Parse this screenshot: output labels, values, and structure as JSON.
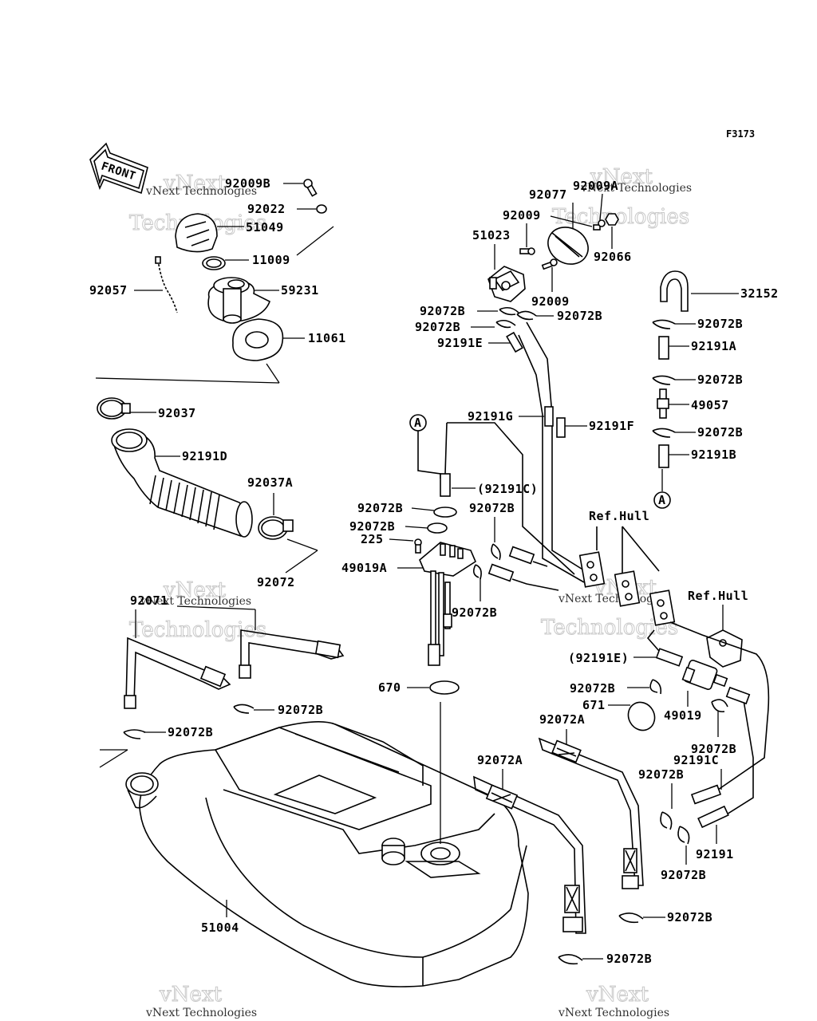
{
  "figure_code": "F3173",
  "front_label": "FRONT",
  "watermark": {
    "line1": "vNext",
    "line2": "Technologies",
    "small": "vNext Technologies"
  },
  "labels": {
    "p92009B": "92009B",
    "p92022": "92022",
    "p51049": "51049",
    "p11009": "11009",
    "p92057": "92057",
    "p59231": "59231",
    "p11061": "11061",
    "p92037": "92037",
    "p92191D": "92191D",
    "p92037A": "92037A",
    "p92072_left": "92072",
    "p92071_left": "92071",
    "p92072B_left1": "92072B",
    "p92072B_left2": "92072B",
    "p51004": "51004",
    "p92009A": "92009A",
    "p92077": "92077",
    "p92009_top": "92009",
    "p51023": "51023",
    "p92066": "92066",
    "p92009_mid": "92009",
    "p92072B_t1": "92072B",
    "p92072B_t2": "92072B",
    "p92072B_t3": "92072B",
    "p92191E": "92191E",
    "p92191G": "92191G",
    "p92191F": "92191F",
    "refA_left": "A",
    "p92191C_paren": "(92191C)",
    "p92072B_c1": "92072B",
    "p92072B_c2": "92072B",
    "p92072B_c3": "92072B",
    "p225": "225",
    "p49019A": "49019A",
    "p92072B_c4": "92072B",
    "p670": "670",
    "p32152": "32152",
    "p92072B_r1": "92072B",
    "p92191A": "92191A",
    "p92072B_r2": "92072B",
    "p49057": "49057",
    "p92072B_r3": "92072B",
    "p92191B": "92191B",
    "refA_right": "A",
    "refhull1": "Ref.Hull",
    "refhull2": "Ref.Hull",
    "p92191E_paren": "(92191E)",
    "p92072B_m1": "92072B",
    "p671": "671",
    "p49019": "49019",
    "p92072A_1": "92072A",
    "p92072A_2": "92072A",
    "p92072B_m2": "92072B",
    "p92191C": "92191C",
    "p92072B_m3": "92072B",
    "p92191": "92191",
    "p92072B_m4": "92072B",
    "p92072B_b1": "92072B",
    "p92072B_b2": "92072B"
  }
}
